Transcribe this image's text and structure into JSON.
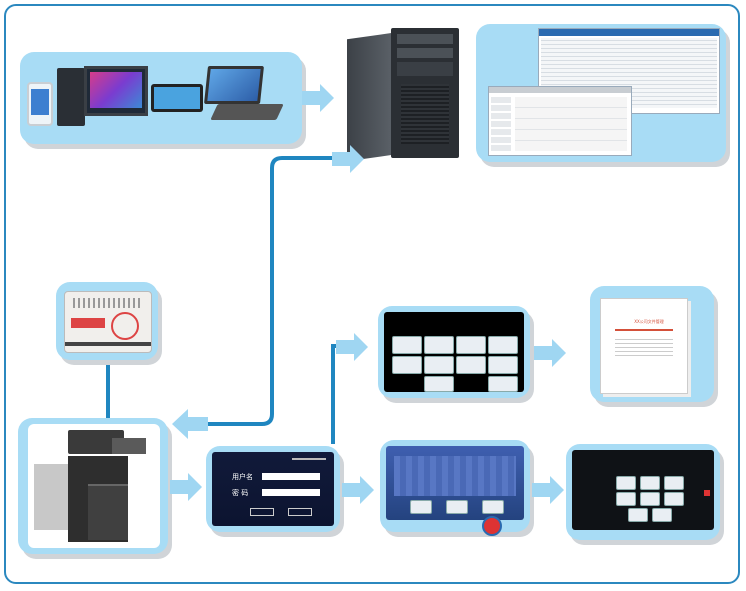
{
  "login": {
    "user_label": "用户名",
    "pass_label": "密 码"
  },
  "doc": {
    "title": "XX公司文件管理"
  },
  "colors": {
    "panel": "#a8dcf5",
    "line": "#1f86c0",
    "arrow": "#9fd6f2",
    "border": "#2b88bf"
  }
}
